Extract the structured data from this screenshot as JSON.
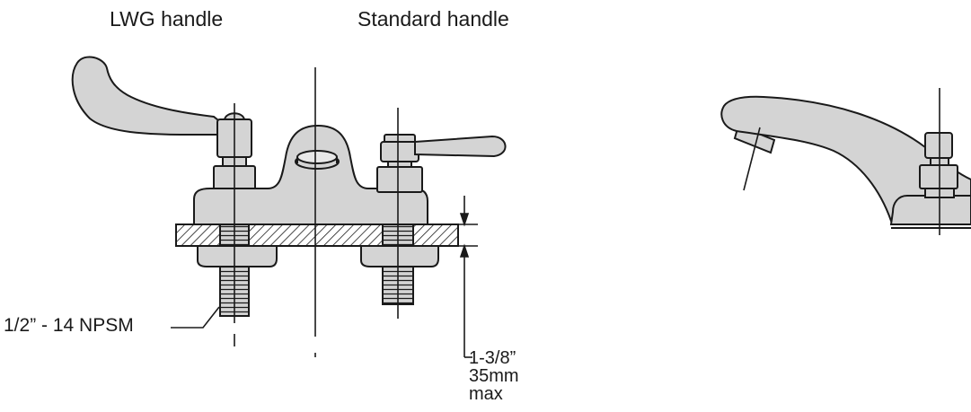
{
  "labels": {
    "lwg_handle": "LWG handle",
    "standard_handle": "Standard handle",
    "thread_spec": "1/2” - 14 NPSM",
    "max_thickness": {
      "imperial": "1-3/8”",
      "metric": "35mm",
      "qualifier": "max"
    }
  },
  "colors": {
    "fill": "#d4d4d4",
    "stroke": "#1a1a1a",
    "hatch": "#1a1a1a"
  }
}
